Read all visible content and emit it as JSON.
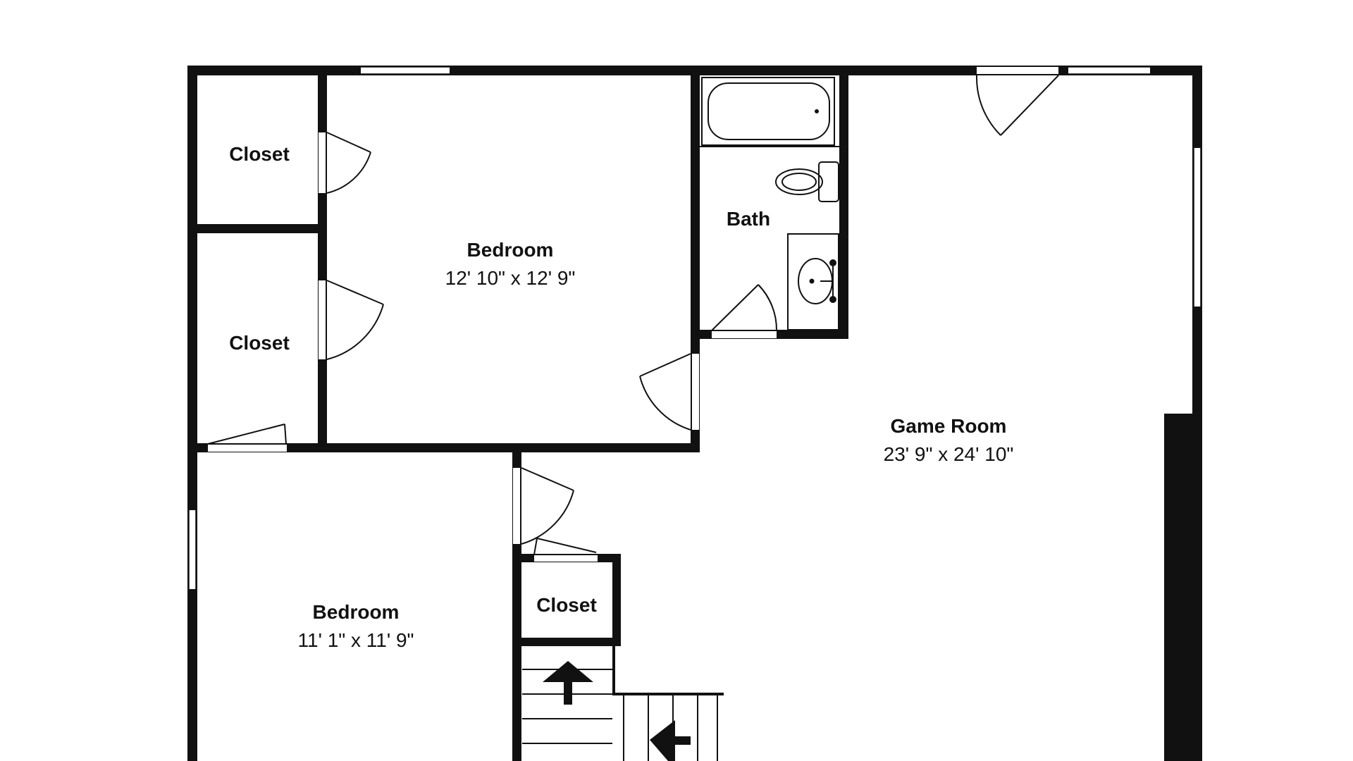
{
  "rooms": {
    "closet_1": {
      "name": "Closet"
    },
    "closet_2": {
      "name": "Closet"
    },
    "bedroom_1": {
      "name": "Bedroom",
      "dimensions": "12' 10\" x 12' 9\""
    },
    "bath": {
      "name": "Bath"
    },
    "game_room": {
      "name": "Game Room",
      "dimensions": "23' 9\" x 24' 10\""
    },
    "bedroom_2": {
      "name": "Bedroom",
      "dimensions": "11' 1\" x 11' 9\""
    },
    "closet_3": {
      "name": "Closet"
    }
  },
  "colors": {
    "wall": "#111111",
    "background": "#ffffff"
  }
}
